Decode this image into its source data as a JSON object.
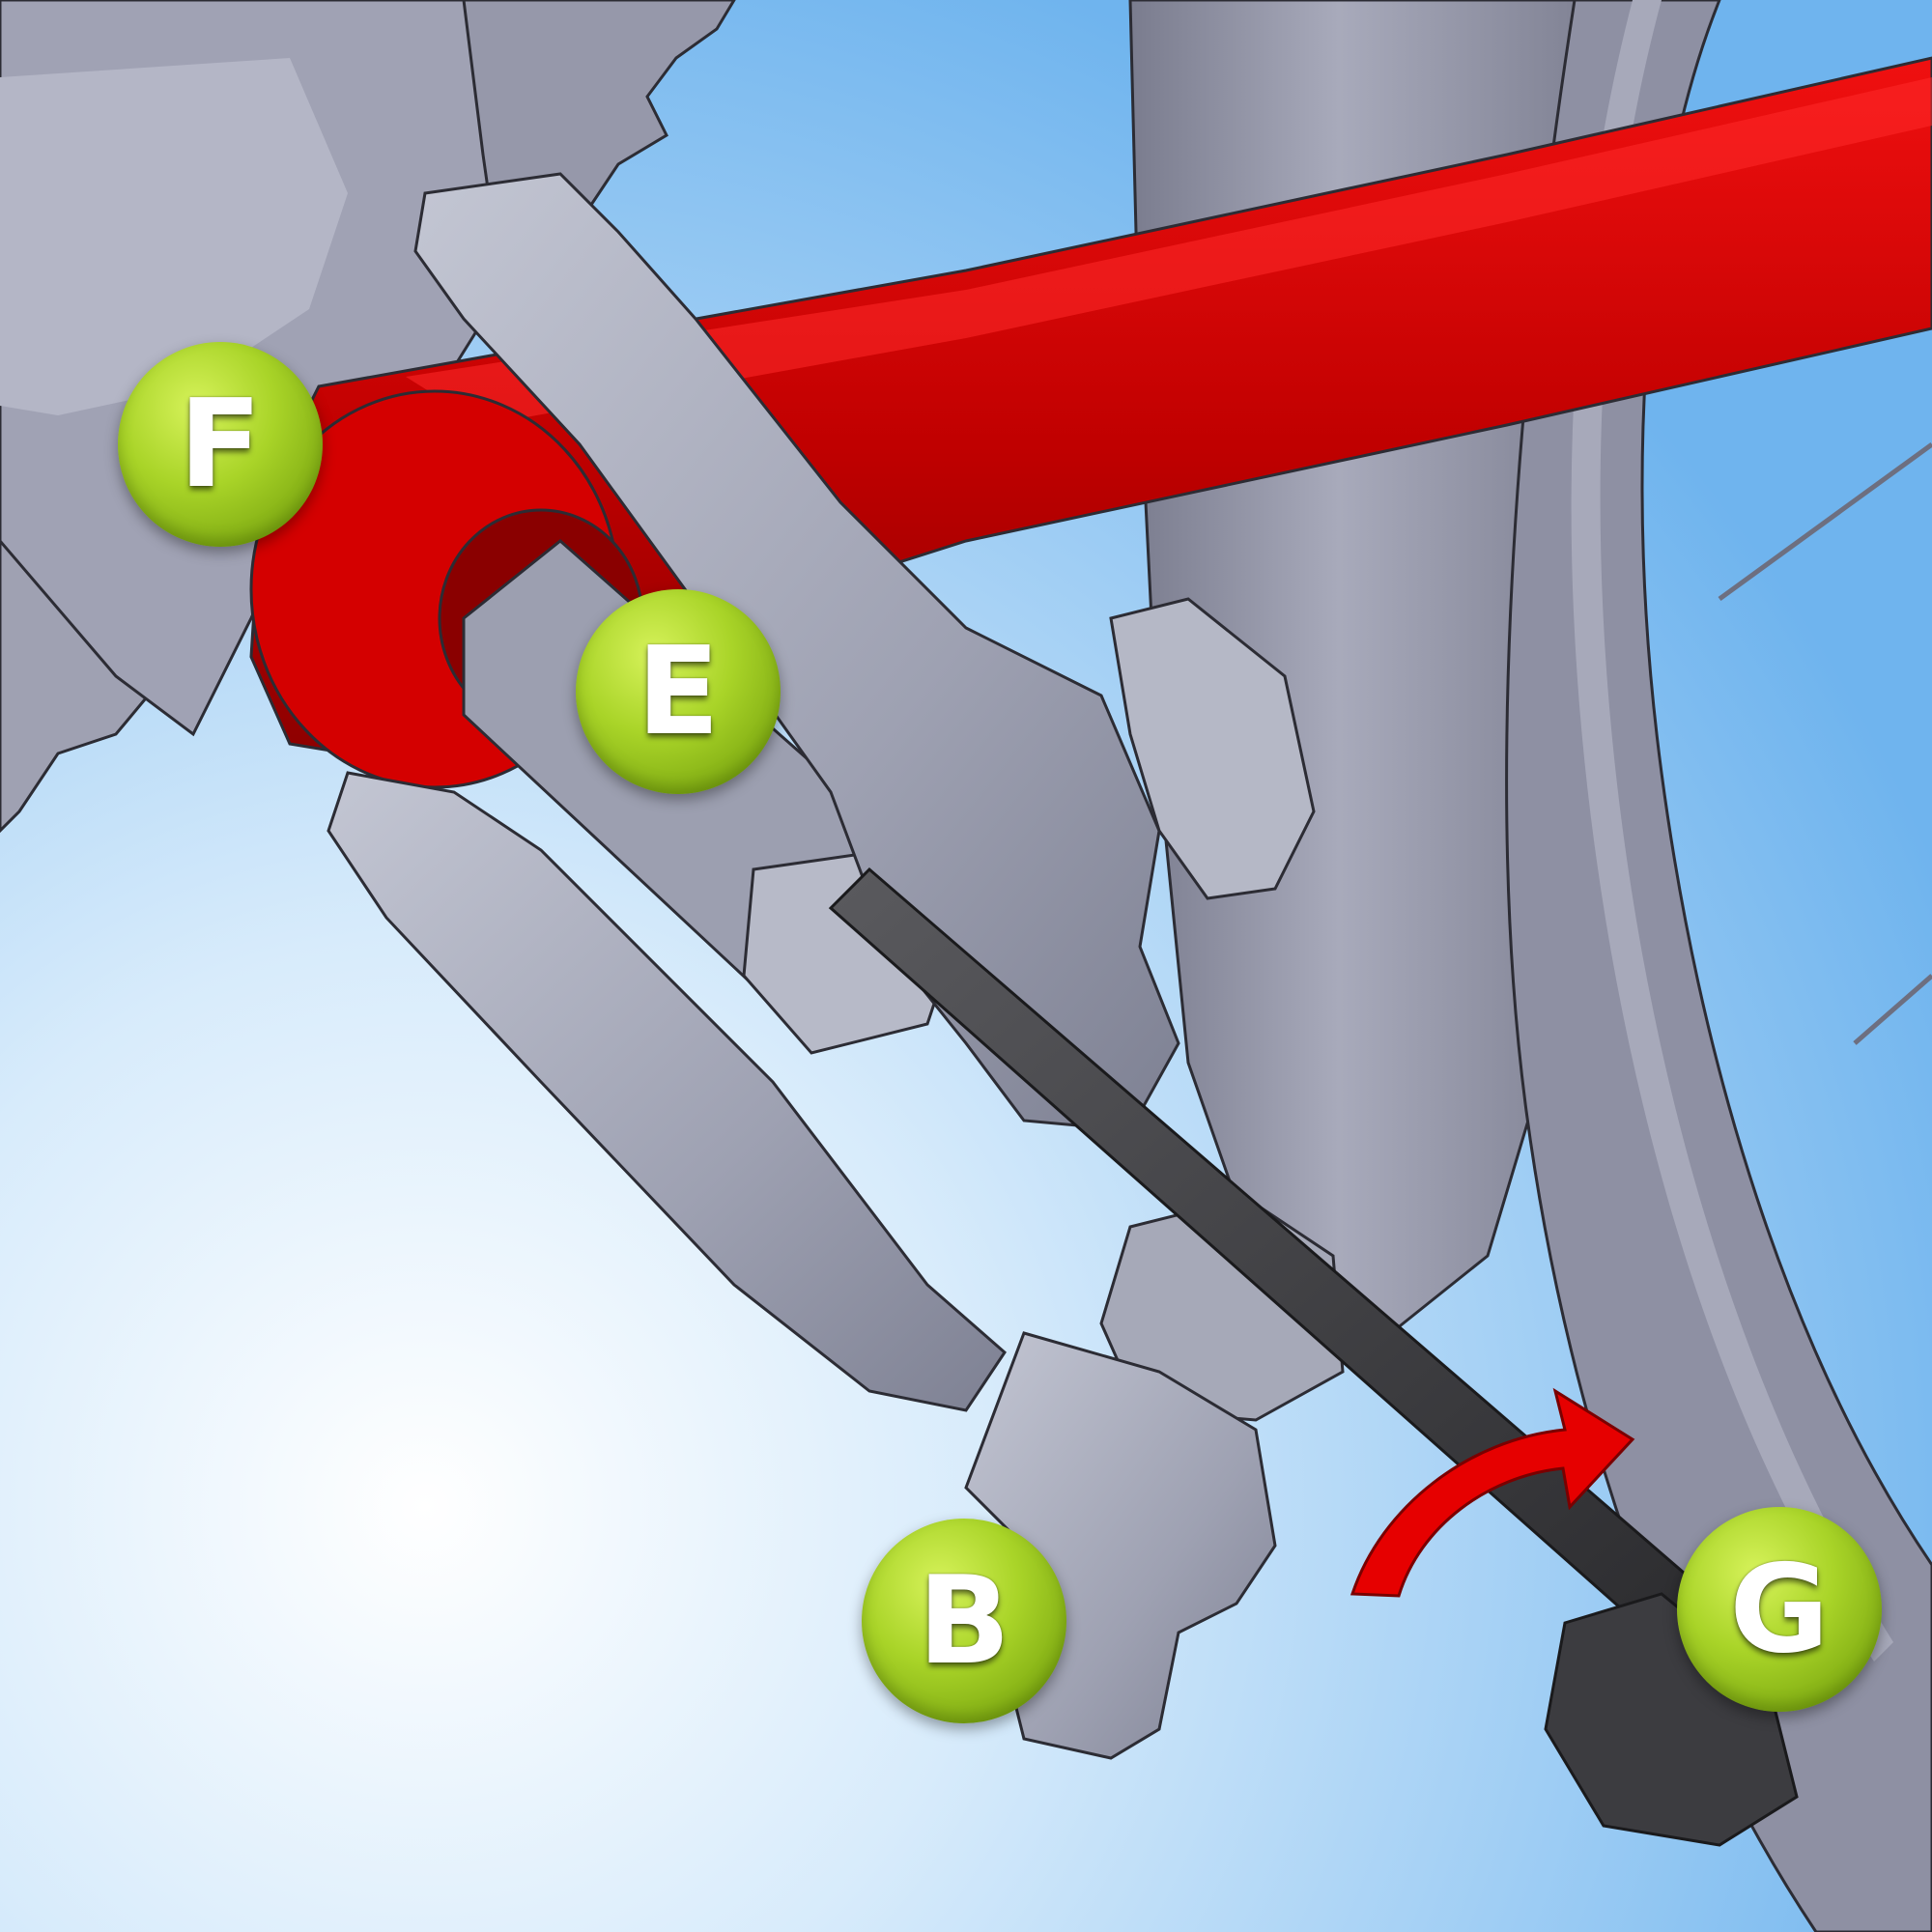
{
  "callouts": {
    "f": "F",
    "e": "E",
    "b": "B",
    "g": "G"
  },
  "colors": {
    "sky": "#8ec4f2",
    "frame": "#8d8fa2",
    "tool": "#a4a7b7",
    "crank_arm": "#d10000",
    "callout_fill": "#9ccb1e",
    "arrow": "#e60000",
    "bolt": "#3a3a3a"
  },
  "icons": {
    "rotation_arrow": "curved-arrow-clockwise"
  }
}
